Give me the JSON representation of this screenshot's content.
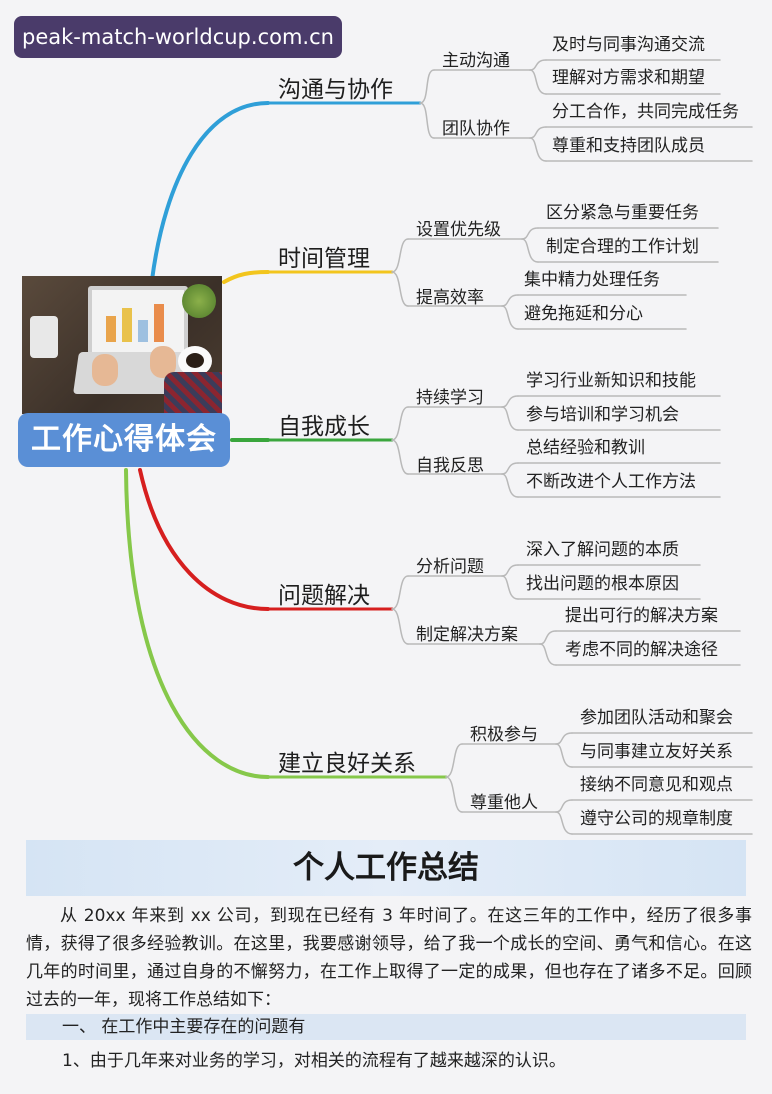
{
  "watermark": "peak-match-worldcup.com.cn",
  "central_topic": "工作心得体会",
  "branches": [
    {
      "name": "沟通与协作",
      "color": "#2f9fd8",
      "subs": [
        {
          "name": "主动沟通",
          "leaves": [
            "及时与同事沟通交流",
            "理解对方需求和期望"
          ]
        },
        {
          "name": "团队协作",
          "leaves": [
            "分工合作，共同完成任务",
            "尊重和支持团队成员"
          ]
        }
      ]
    },
    {
      "name": "时间管理",
      "color": "#f2c51d",
      "subs": [
        {
          "name": "设置优先级",
          "leaves": [
            "区分紧急与重要任务",
            "制定合理的工作计划"
          ]
        },
        {
          "name": "提高效率",
          "leaves": [
            "集中精力处理任务",
            "避免拖延和分心"
          ]
        }
      ]
    },
    {
      "name": "自我成长",
      "color": "#3aa63d",
      "subs": [
        {
          "name": "持续学习",
          "leaves": [
            "学习行业新知识和技能",
            "参与培训和学习机会"
          ]
        },
        {
          "name": "自我反思",
          "leaves": [
            "总结经验和教训",
            "不断改进个人工作方法"
          ]
        }
      ]
    },
    {
      "name": "问题解决",
      "color": "#d61f1f",
      "subs": [
        {
          "name": "分析问题",
          "leaves": [
            "深入了解问题的本质",
            "找出问题的根本原因"
          ]
        },
        {
          "name": "制定解决方案",
          "leaves": [
            "提出可行的解决方案",
            "考虑不同的解决途径"
          ]
        }
      ]
    },
    {
      "name": "建立良好关系",
      "color": "#86c84a",
      "subs": [
        {
          "name": "积极参与",
          "leaves": [
            "参加团队活动和聚会",
            "与同事建立友好关系"
          ]
        },
        {
          "name": "尊重他人",
          "leaves": [
            "接纳不同意见和观点",
            "遵守公司的规章制度"
          ]
        }
      ]
    }
  ],
  "summary": {
    "title": "个人工作总结",
    "paragraph": "从 20xx 年来到 xx 公司，到现在已经有 3 年时间了。在这三年的工作中，经历了很多事情，获得了很多经验教训。在这里，我要感谢领导，给了我一个成长的空间、勇气和信心。在这几年的时间里，通过自身的不懈努力，在工作上取得了一定的成果，但也存在了诸多不足。回顾过去的一年，现将工作总结如下：",
    "section1": "一、  在工作中主要存在的问题有",
    "item1": "1、由于几年来对业务的学习，对相关的流程有了越来越深的认识。"
  }
}
